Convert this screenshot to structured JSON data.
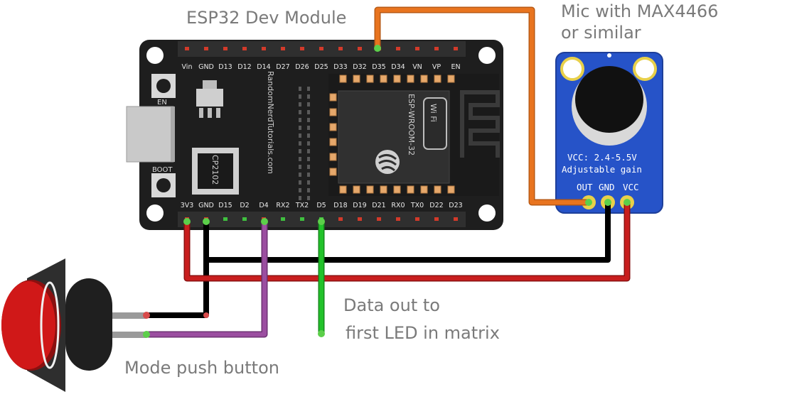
{
  "captions": {
    "board_title": "ESP32 Dev Module",
    "mic_title_line1": "Mic with MAX4466",
    "mic_title_line2": "or similar",
    "data_line1": "Data out to",
    "data_line2": "first LED in matrix",
    "button_caption": "Mode push button"
  },
  "board": {
    "silkscreen": "RandomNerdTutorials.com",
    "module_label": "ESP-WROOM-32",
    "chip_label": "CP2102",
    "wifi_logo": "Wi Fi",
    "button_en": "EN",
    "button_boot": "BOOT",
    "top_pins": [
      "Vin",
      "GND",
      "D13",
      "D12",
      "D14",
      "D27",
      "D26",
      "D25",
      "D33",
      "D32",
      "D35",
      "D34",
      "VN",
      "VP",
      "EN"
    ],
    "bottom_pins": [
      "3V3",
      "GND",
      "D15",
      "D2",
      "D4",
      "RX2",
      "TX2",
      "D5",
      "D18",
      "D19",
      "D21",
      "RX0",
      "TX0",
      "D22",
      "D23"
    ]
  },
  "mic": {
    "spec_line1": "VCC: 2.4-5.5V",
    "spec_line2": "Adjustable gain",
    "pins": [
      "OUT",
      "GND",
      "VCC"
    ]
  },
  "colors": {
    "board": "#1e1e1e",
    "mic_board": "#2653c8",
    "wire_orange": "#e8741f",
    "wire_black": "#1a1a1a",
    "wire_red": "#c81e1e",
    "wire_purple": "#9b4ea0",
    "wire_green": "#22c22a",
    "button_red": "#d01818"
  }
}
